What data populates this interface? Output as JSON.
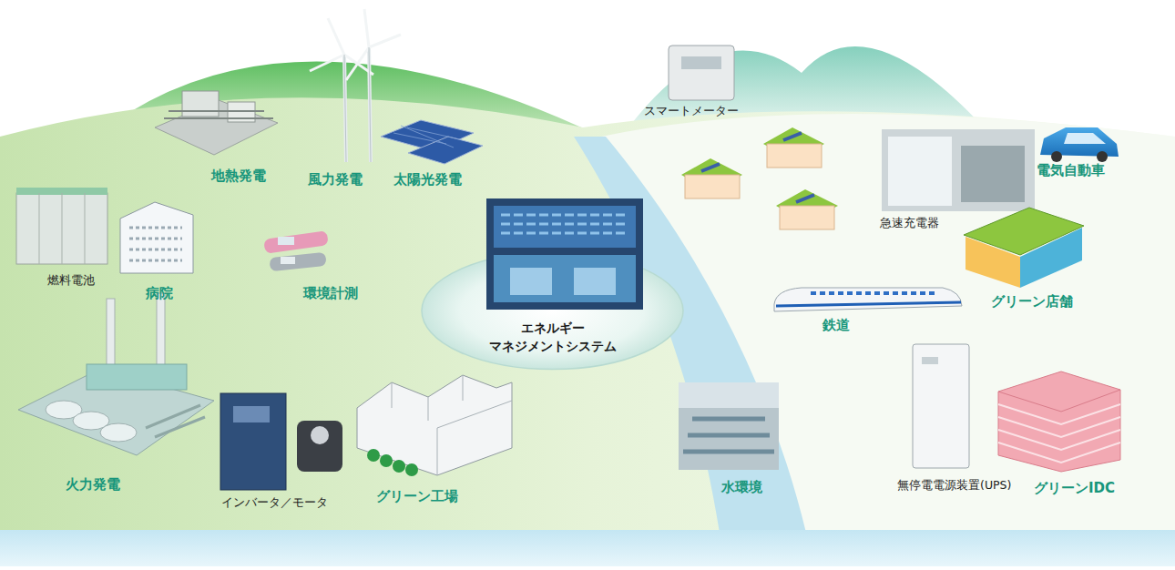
{
  "diagram": {
    "nodes": [
      {
        "text": [
          "エネルギー マネジメントシステム"
        ]
      }
    ],
    "labels": [
      "地熱発電",
      "風力発電",
      "太陽光発電",
      "燃料電池",
      "病院",
      "環境計測",
      "火力発電",
      "インバータ／モータ",
      "グリーン工場",
      "スマートメーター",
      "急速充電器",
      "電気自動車",
      "グリーン店舗",
      "鉄道",
      "水環境",
      "無停電電源装置(UPS)",
      "グリーンIDC"
    ]
  }
}
